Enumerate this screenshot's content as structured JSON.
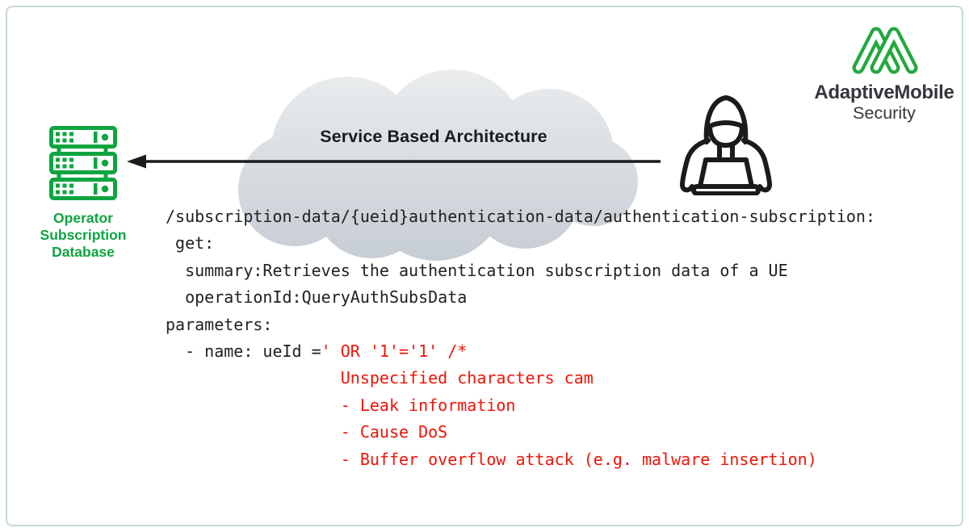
{
  "colors": {
    "green": "#0ea540",
    "logo-green": "#23a83f",
    "attack": "#ee1408",
    "code": "#212121",
    "ink": "#1b1b1b",
    "frame": "#c6d8dc",
    "cloud-top": "#eceeef",
    "cloud-bottom": "#c5ccd3",
    "brand-ink": "#35373c"
  },
  "database": {
    "icon": "server-stack-icon",
    "label": "Operator\nSubscription\nDatabase"
  },
  "cloud": {
    "icon": "cloud-icon",
    "label": "Service Based Architecture"
  },
  "arrow": {
    "icon": "left-arrow-icon"
  },
  "attacker": {
    "icon": "hooded-hacker-laptop-icon"
  },
  "logo": {
    "icon": "adaptivemobile-logo-icon",
    "brand": "AdaptiveMobile",
    "sub": "Security"
  },
  "code": {
    "lines": [
      {
        "segments": [
          {
            "t": "/subscription-data/{ueid}authentication-data/authentication-subscription:",
            "c": "code"
          }
        ]
      },
      {
        "segments": [
          {
            "t": " get:",
            "c": "code"
          }
        ]
      },
      {
        "segments": [
          {
            "t": "  summary:Retrieves the authentication subscription data of a UE",
            "c": "code"
          }
        ]
      },
      {
        "segments": [
          {
            "t": "  operationId:QueryAuthSubsData",
            "c": "code"
          }
        ]
      },
      {
        "segments": [
          {
            "t": "parameters:",
            "c": "code"
          }
        ]
      },
      {
        "segments": [
          {
            "t": "  - name: ueId =",
            "c": "code"
          },
          {
            "t": "' OR '1'='1' /*",
            "c": "attack"
          }
        ]
      },
      {
        "segments": [
          {
            "t": "                  Unspecified characters cam",
            "c": "attack"
          }
        ]
      },
      {
        "segments": [
          {
            "t": "                  - Leak information",
            "c": "attack"
          }
        ]
      },
      {
        "segments": [
          {
            "t": "                  - Cause DoS",
            "c": "attack"
          }
        ]
      },
      {
        "segments": [
          {
            "t": "                  - Buffer overflow attack (e.g. malware insertion)",
            "c": "attack"
          }
        ]
      }
    ]
  }
}
